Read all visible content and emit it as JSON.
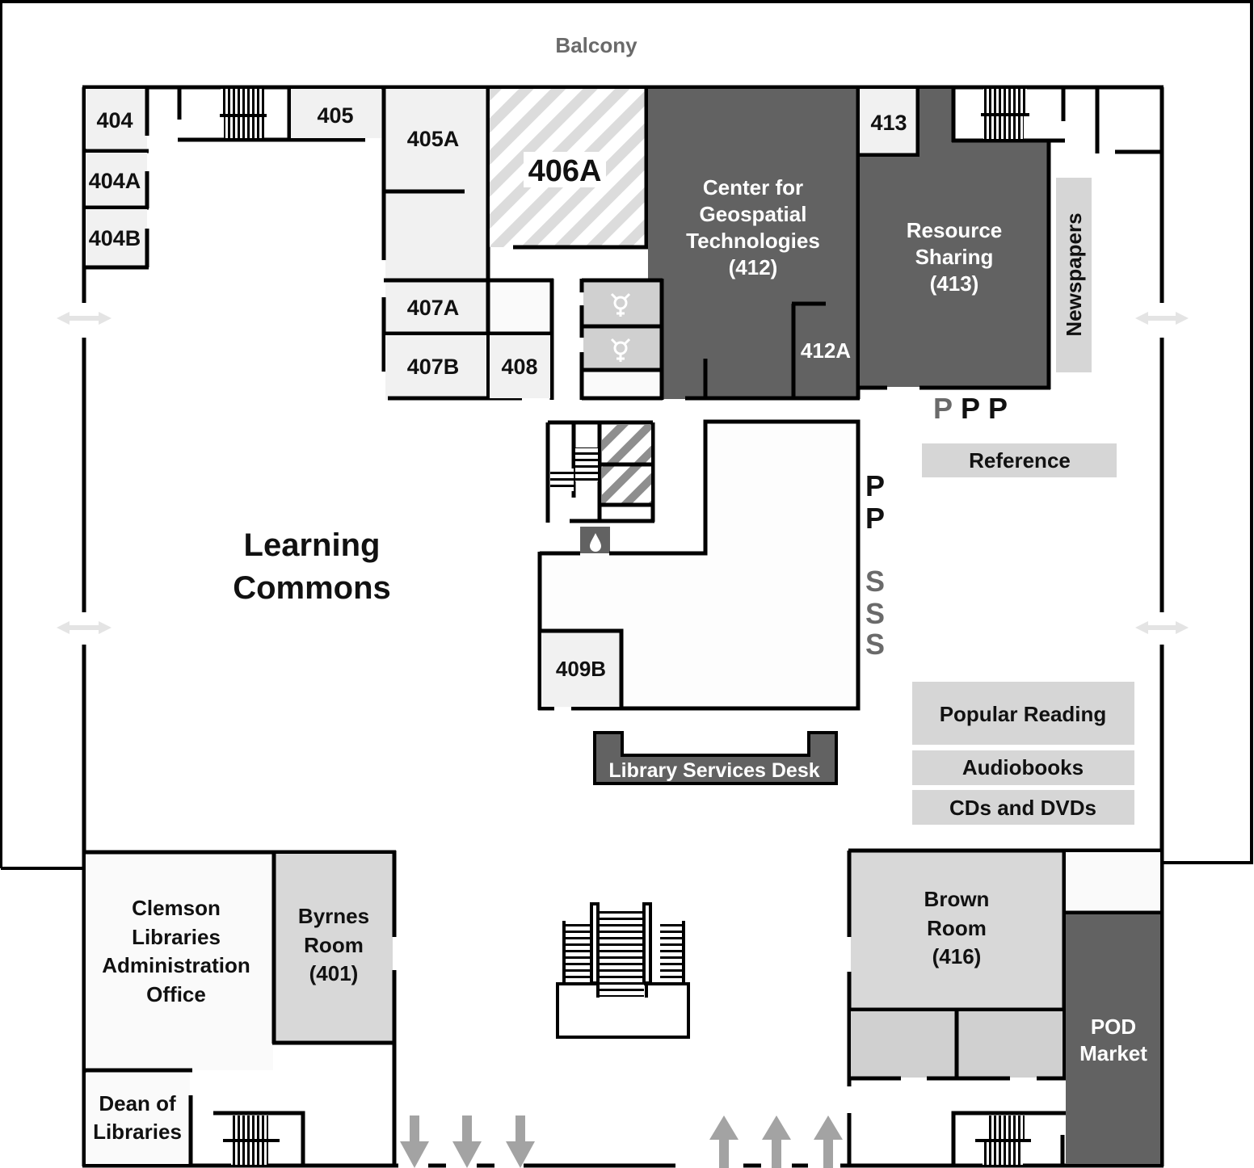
{
  "map": {
    "balcony": "Balcony",
    "learning_commons": [
      "Learning",
      "Commons"
    ],
    "rooms": {
      "r404": "404",
      "r404a": "404A",
      "r404b": "404B",
      "r405": "405",
      "r405a": "405A",
      "r406a": "406A",
      "r407a": "407A",
      "r407b": "407B",
      "r408": "408",
      "r409b": "409B",
      "r412a": "412A",
      "r413": "413"
    },
    "geospatial": [
      "Center for",
      "Geospatial",
      "Technologies",
      "(412)"
    ],
    "resource_sharing": [
      "Resource",
      "Sharing",
      "(413)"
    ],
    "newspapers": "Newspapers",
    "reference": "Reference",
    "popular_reading": "Popular Reading",
    "audiobooks": "Audiobooks",
    "cds_dvds": "CDs and DVDs",
    "library_services_desk": "Library Services Desk",
    "admin_office": [
      "Clemson",
      "Libraries",
      "Administration",
      "Office"
    ],
    "byrnes_room": [
      "Byrnes",
      "Room",
      "(401)"
    ],
    "dean": [
      "Dean of",
      "Libraries"
    ],
    "brown_room": [
      "Brown",
      "Room",
      "(416)"
    ],
    "pod_market": [
      "POD",
      "Market"
    ],
    "printer_marks": [
      "P",
      "P",
      "P"
    ],
    "printer_marks_vertical": [
      "P",
      "P"
    ],
    "scanner_marks": [
      "S",
      "S",
      "S"
    ],
    "icons": {
      "restroom": "all-gender-restroom-icon",
      "water": "water-fountain-icon",
      "stairs": "stairs-icon",
      "door_arrow": "double-arrow-icon",
      "down_arrow": "down-arrow-icon",
      "up_arrow": "up-arrow-icon"
    },
    "colors": {
      "dark_room": "#626262",
      "medium_room": "#d6d6d6",
      "light_room": "#f1f1f1",
      "hatch": "#dcdcdc",
      "hatch_dark": "#8e8e8e",
      "arrow": "#a3a3a3",
      "door_arrow": "#e4e4e4"
    }
  }
}
